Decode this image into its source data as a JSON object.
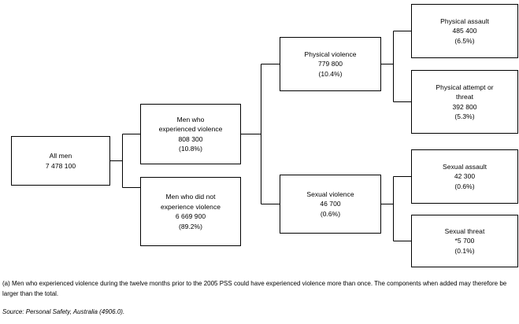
{
  "diagram": {
    "type": "flowchart",
    "title": "",
    "nodes": [
      {
        "id": "all-men",
        "lines": [
          "All men",
          "7 478 100"
        ],
        "label": "All men",
        "value": "7 478 100",
        "percent": ""
      },
      {
        "id": "experienced-violence",
        "lines": [
          "Men who",
          "experienced violence",
          "808 300",
          "(10.8%)"
        ],
        "label": "Men who experienced violence",
        "value": "808 300",
        "percent": "(10.8%)"
      },
      {
        "id": "did-not-experience-violence",
        "lines": [
          "Men who did not",
          "experience violence",
          "6 669 900",
          "(89.2%)"
        ],
        "label": "Men who did not experience violence",
        "value": "6 669 900",
        "percent": "(89.2%)"
      },
      {
        "id": "physical-violence",
        "lines": [
          "Physical violence",
          "779 800",
          "(10.4%)"
        ],
        "label": "Physical violence",
        "value": "779 800",
        "percent": "(10.4%)"
      },
      {
        "id": "sexual-violence",
        "lines": [
          "Sexual violence",
          "46 700",
          "(0.6%)"
        ],
        "label": "Sexual violence",
        "value": "46 700",
        "percent": "(0.6%)"
      },
      {
        "id": "physical-assault",
        "lines": [
          "Physical assault",
          "485 400",
          "(6.5%)"
        ],
        "label": "Physical assault",
        "value": "485 400",
        "percent": "(6.5%)"
      },
      {
        "id": "physical-attempt-or-threat",
        "lines": [
          "Physical attempt or",
          "threat",
          "392 800",
          "(5.3%)"
        ],
        "label": "Physical attempt or threat",
        "value": "392 800",
        "percent": "(5.3%)"
      },
      {
        "id": "sexual-assault",
        "lines": [
          "Sexual assault",
          "42 300",
          "(0.6%)"
        ],
        "label": "Sexual assault",
        "value": "42 300",
        "percent": "(0.6%)"
      },
      {
        "id": "sexual-threat",
        "lines": [
          "Sexual threat",
          "*5 700",
          "(0.1%)"
        ],
        "label": "Sexual threat",
        "value": "*5 700",
        "percent": "(0.1%)"
      }
    ]
  },
  "nodes_text": {
    "all_men": {
      "l1": "All men",
      "l2": "7 478 100"
    },
    "experienced": {
      "l1": "Men who",
      "l2": "experienced violence",
      "l3": "808 300",
      "l4": "(10.8%)"
    },
    "not_experienced": {
      "l1": "Men who did not",
      "l2": "experience violence",
      "l3": "6 669 900",
      "l4": "(89.2%)"
    },
    "physical_violence": {
      "l1": "Physical violence",
      "l2": "779 800",
      "l3": "(10.4%)"
    },
    "sexual_violence": {
      "l1": "Sexual violence",
      "l2": "46 700",
      "l3": "(0.6%)"
    },
    "physical_assault": {
      "l1": "Physical assault",
      "l2": "485 400",
      "l3": "(6.5%)"
    },
    "physical_attempt": {
      "l1": "Physical attempt or",
      "l2": "threat",
      "l3": "392 800",
      "l4": "(5.3%)"
    },
    "sexual_assault": {
      "l1": "Sexual assault",
      "l2": "42 300",
      "l3": "(0.6%)"
    },
    "sexual_threat": {
      "l1": "Sexual threat",
      "l2": "*5 700",
      "l3": "(0.1%)"
    }
  },
  "notes": {
    "footnote": "(a) Men who experienced violence during the twelve months prior to the 2005 PSS could have experienced violence more than once. The components when added may therefore be larger than the total.",
    "source": "Source: Personal Safety, Australia (4906.0)."
  },
  "colors": {
    "line": "#000000",
    "background": "#ffffff",
    "text": "#000000"
  }
}
